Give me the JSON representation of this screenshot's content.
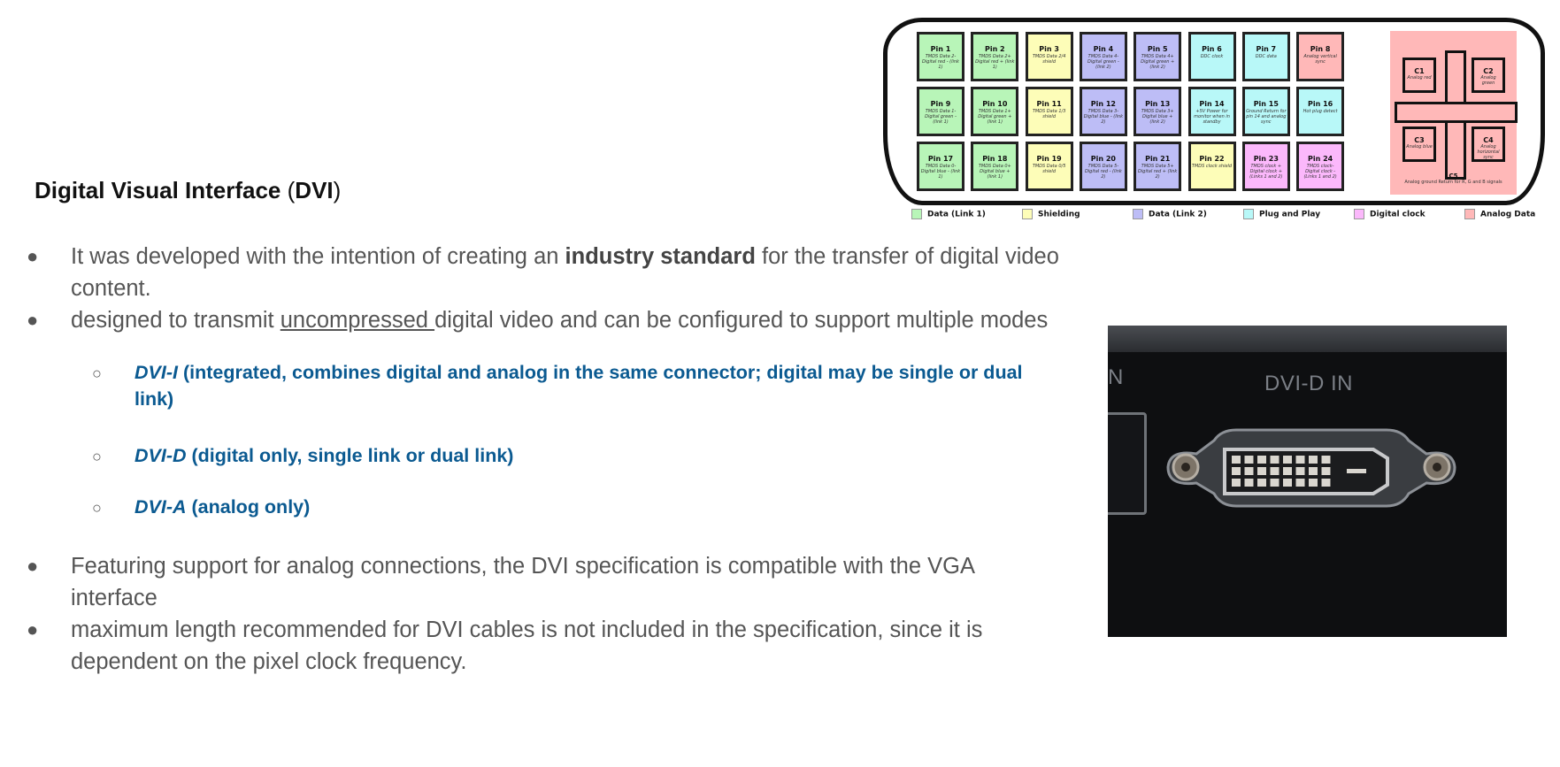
{
  "title": {
    "bold": "Digital Visual Interface",
    "open_paren": " (",
    "abbr": "DVI",
    "close_paren": ")"
  },
  "bullets": {
    "b1": {
      "pre": "It was developed with the intention of creating an ",
      "bold": "industry standard",
      "post": " for the transfer of digital video content."
    },
    "b2": {
      "pre": "designed to transmit ",
      "underline": "uncompressed ",
      "post": "digital video and can be configured to support multiple modes"
    },
    "modes": [
      {
        "name": "DVI-I",
        "desc": " (integrated, combines digital and analog in the same connector; digital may be single or dual link)"
      },
      {
        "name": "DVI-D",
        "desc": " (digital only, single link or dual link)"
      },
      {
        "name": "DVI-A",
        "desc": " (analog only)"
      }
    ],
    "b3": "Featuring support for analog connections, the DVI specification is compatible with the VGA interface",
    "b4": "maximum length recommended for DVI cables is not included in the specification, since it is dependent on the pixel clock frequency."
  },
  "bullet_glyph": "●",
  "sub_glyph": "○",
  "pinout": {
    "colors": {
      "link1": "#b8f5b8",
      "shield": "#fdfdb8",
      "link2": "#bdbdf6",
      "pnp": "#b8f8f8",
      "clock": "#fbb8fb",
      "analog": "#ffb8b8"
    },
    "pins": [
      {
        "label": "Pin 1",
        "desc": "TMDS Data 2- Digital red - (link 1)",
        "type": "link1"
      },
      {
        "label": "Pin 2",
        "desc": "TMDS Data 2+ Digital red + (link 1)",
        "type": "link1"
      },
      {
        "label": "Pin 3",
        "desc": "TMDS Data 2/4 shield",
        "type": "shield"
      },
      {
        "label": "Pin 4",
        "desc": "TMDS Data 4- Digital green - (link 2)",
        "type": "link2"
      },
      {
        "label": "Pin 5",
        "desc": "TMDS Data 4+ Digital green + (link 2)",
        "type": "link2"
      },
      {
        "label": "Pin 6",
        "desc": "DDC clock",
        "type": "pnp"
      },
      {
        "label": "Pin 7",
        "desc": "DDC data",
        "type": "pnp"
      },
      {
        "label": "Pin 8",
        "desc": "Analog vertical sync",
        "type": "analog"
      },
      {
        "label": "Pin 9",
        "desc": "TMDS Data 1- Digital green - (link 1)",
        "type": "link1"
      },
      {
        "label": "Pin 10",
        "desc": "TMDS Data 1+ Digital green + (link 1)",
        "type": "link1"
      },
      {
        "label": "Pin 11",
        "desc": "TMDS Data 1/3 shield",
        "type": "shield"
      },
      {
        "label": "Pin 12",
        "desc": "TMDS Data 3- Digital blue - (link 2)",
        "type": "link2"
      },
      {
        "label": "Pin 13",
        "desc": "TMDS Data 3+ Digital blue + (link 2)",
        "type": "link2"
      },
      {
        "label": "Pin 14",
        "desc": "+5V Power for monitor when in standby",
        "type": "pnp"
      },
      {
        "label": "Pin 15",
        "desc": "Ground Return for pin 14 and analog sync",
        "type": "pnp"
      },
      {
        "label": "Pin 16",
        "desc": "Hot plug detect",
        "type": "pnp"
      },
      {
        "label": "Pin 17",
        "desc": "TMDS Data 0- Digital blue - (link 1)",
        "type": "link1"
      },
      {
        "label": "Pin 18",
        "desc": "TMDS Data 0+ Digital blue + (link 1)",
        "type": "link1"
      },
      {
        "label": "Pin 19",
        "desc": "TMDS Data 0/5 shield",
        "type": "shield"
      },
      {
        "label": "Pin 20",
        "desc": "TMDS Data 5- Digital red - (link 2)",
        "type": "link2"
      },
      {
        "label": "Pin 21",
        "desc": "TMDS Data 5+ Digital red + (link 2)",
        "type": "link2"
      },
      {
        "label": "Pin 22",
        "desc": "TMDS clock shield",
        "type": "shield"
      },
      {
        "label": "Pin 23",
        "desc": "TMDS clock + Digital clock + (Links 1 and 2)",
        "type": "clock"
      },
      {
        "label": "Pin 24",
        "desc": "TMDS clock- Digital clock - (Links 1 and 2)",
        "type": "clock"
      }
    ],
    "analog_pins": [
      {
        "label": "C1",
        "desc": "Analog red"
      },
      {
        "label": "C2",
        "desc": "Analog green"
      },
      {
        "label": "C3",
        "desc": "Analog blue"
      },
      {
        "label": "C4",
        "desc": "Analog horizontal sync"
      }
    ],
    "c5": {
      "label": "C5",
      "desc": "Analog ground Return for R, G and B signals"
    },
    "legend": [
      {
        "label": "Data (Link 1)",
        "type": "link1"
      },
      {
        "label": "Shielding",
        "type": "shield"
      },
      {
        "label": "Data (Link 2)",
        "type": "link2"
      },
      {
        "label": "Plug and Play",
        "type": "pnp"
      },
      {
        "label": "Digital clock",
        "type": "clock"
      },
      {
        "label": "Analog Data",
        "type": "analog"
      }
    ]
  },
  "photo": {
    "label": "DVI-D IN",
    "edge_label": "N"
  }
}
